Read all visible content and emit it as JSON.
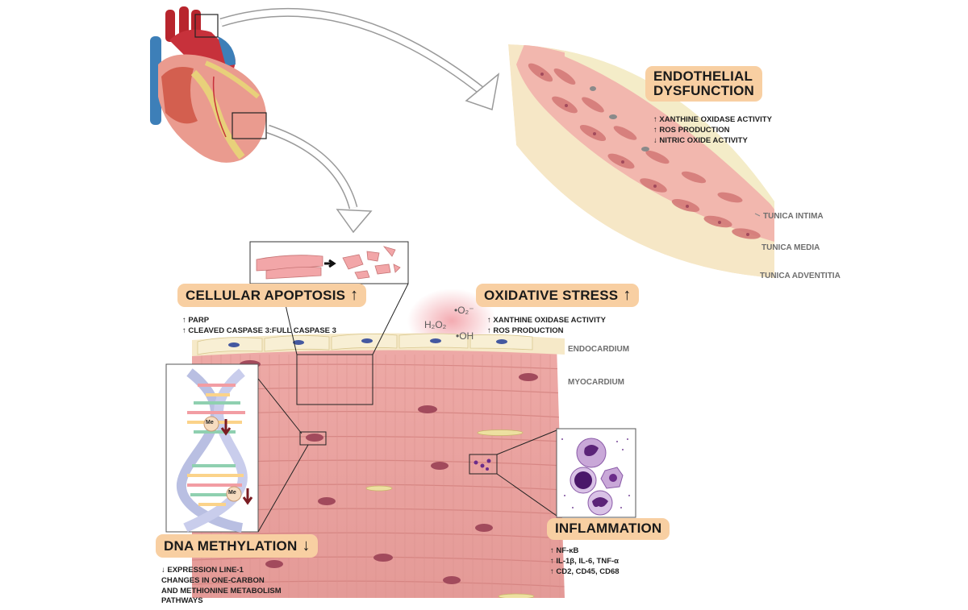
{
  "endothelial": {
    "title_1": "ENDOTHELIAL",
    "title_2": "DYSFUNCTION",
    "items": [
      "↑ XANTHINE OXIDASE ACTIVITY",
      "↑ ROS PRODUCTION",
      "↓ NITRIC OXIDE ACTIVITY"
    ]
  },
  "vessel_layers": {
    "intima": "TUNICA INTIMA",
    "media": "TUNICA MEDIA",
    "adventitia": "TUNICA ADVENTITIA"
  },
  "apoptosis": {
    "title": "CELLULAR APOPTOSIS",
    "arrow": "↑",
    "items": [
      "↑ PARP",
      "↑ CLEAVED CASPASE 3:FULL CASPASE 3"
    ]
  },
  "oxidative": {
    "title": "OXIDATIVE STRESS",
    "arrow": "↑",
    "items": [
      "↑ XANTHINE OXIDASE ACTIVITY",
      "↑ ROS PRODUCTION"
    ]
  },
  "species": {
    "superoxide": "•O₂⁻",
    "peroxide": "H₂O₂",
    "hydroxyl": "•OH"
  },
  "heart_layers": {
    "endocardium": "ENDOCARDIUM",
    "myocardium": "MYOCARDIUM"
  },
  "methylation": {
    "title": "DNA METHYLATION",
    "arrow": "↓",
    "items": [
      "↓ EXPRESSION LINE-1",
      "CHANGES IN ONE-CARBON",
      "AND METHIONINE METABOLISM",
      "PATHWAYS"
    ],
    "me_label": "Me"
  },
  "inflammation": {
    "title": "INFLAMMATION",
    "items": [
      "↑ NF-κB",
      "↑ IL-1β, IL-6, TNF-α",
      "↑ CD2, CD45, CD68"
    ]
  },
  "colors": {
    "pill": "#f8cfa2",
    "muscle": "#e8a3a0",
    "nucleus": "#a24a5c",
    "vessel_wall": "#f5e9c0"
  }
}
